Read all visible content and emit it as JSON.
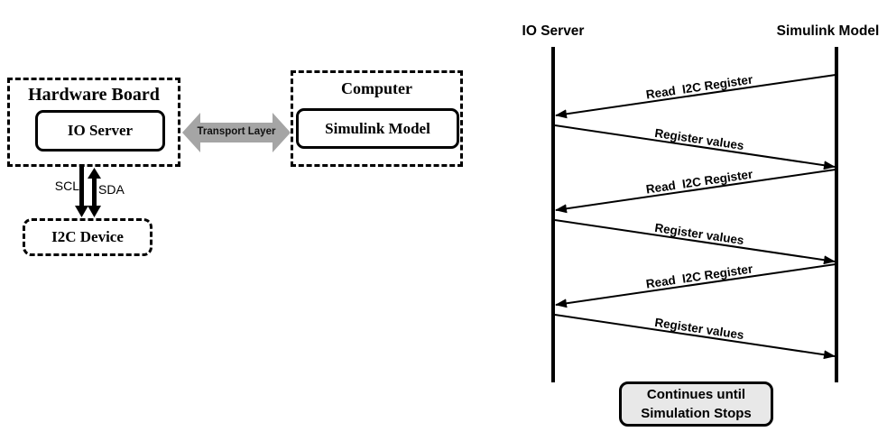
{
  "architecture": {
    "hardware_board": {
      "title": "Hardware Board",
      "inner_label": "IO Server"
    },
    "computer": {
      "title": "Computer",
      "inner_label": "Simulink Model"
    },
    "i2c_device": {
      "title": "I2C Device"
    },
    "transport_layer_label": "Transport Layer",
    "bus": {
      "scl": "SCL",
      "sda": "SDA"
    }
  },
  "sequence": {
    "left_lifeline": "IO Server",
    "right_lifeline": "Simulink Model",
    "messages": [
      {
        "label": "Read  I2C Register",
        "from": "Simulink Model",
        "to": "IO Server"
      },
      {
        "label": "Register values",
        "from": "IO Server",
        "to": "Simulink Model"
      },
      {
        "label": "Read  I2C Register",
        "from": "Simulink Model",
        "to": "IO Server"
      },
      {
        "label": "Register values",
        "from": "IO Server",
        "to": "Simulink Model"
      },
      {
        "label": "Read  I2C Register",
        "from": "Simulink Model",
        "to": "IO Server"
      },
      {
        "label": "Register values",
        "from": "IO Server",
        "to": "Simulink Model"
      }
    ],
    "footer_note": {
      "line1": "Continues until",
      "line2": "Simulation Stops"
    }
  },
  "colors": {
    "arrow_gray": "#a5a5a5",
    "note_fill": "#e8e8e8",
    "line_black": "#000000",
    "background": "#ffffff"
  }
}
